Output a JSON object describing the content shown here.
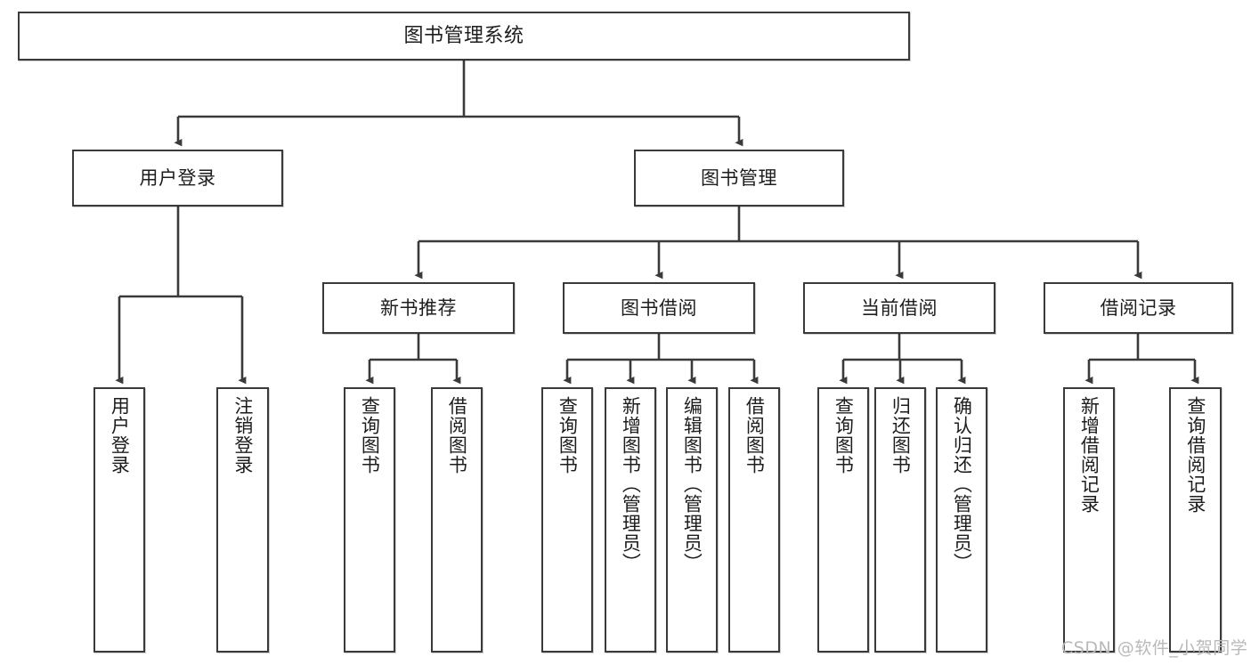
{
  "diagram": {
    "title": "图书管理系统",
    "type": "functional-structure-tree",
    "watermark": "CSDN @软件_小贺同学",
    "root": {
      "id": "root",
      "label": "图书管理系统"
    },
    "level2": [
      {
        "id": "user-login",
        "label": "用户登录"
      },
      {
        "id": "book-manage",
        "label": "图书管理"
      }
    ],
    "level3": [
      {
        "id": "new-book-rec",
        "label": "新书推荐"
      },
      {
        "id": "book-borrow",
        "label": "图书借阅"
      },
      {
        "id": "current-borrow",
        "label": "当前借阅"
      },
      {
        "id": "borrow-record",
        "label": "借阅记录"
      }
    ],
    "leaves": {
      "user_login": [
        {
          "id": "leaf-user-login",
          "label": "用户登录"
        },
        {
          "id": "leaf-logout",
          "label": "注销登录"
        }
      ],
      "new_book_rec": [
        {
          "id": "leaf-query-book-1",
          "label": "查询图书"
        },
        {
          "id": "leaf-borrow-book-1",
          "label": "借阅图书"
        }
      ],
      "book_borrow": [
        {
          "id": "leaf-query-book-2",
          "label": "查询图书"
        },
        {
          "id": "leaf-add-book",
          "label": "新增图书（管理员）"
        },
        {
          "id": "leaf-edit-book",
          "label": "编辑图书（管理员）"
        },
        {
          "id": "leaf-borrow-book-2",
          "label": "借阅图书"
        }
      ],
      "current_borrow": [
        {
          "id": "leaf-query-book-3",
          "label": "查询图书"
        },
        {
          "id": "leaf-return-book",
          "label": "归还图书"
        },
        {
          "id": "leaf-confirm-return",
          "label": "确认归还（管理员）"
        }
      ],
      "borrow_record": [
        {
          "id": "leaf-add-record",
          "label": "新增借阅记录"
        },
        {
          "id": "leaf-query-record",
          "label": "查询借阅记录"
        }
      ]
    },
    "colors": {
      "stroke": "#3a3a3a",
      "fill": "#ffffff",
      "text": "#1d1d1d",
      "watermark": "#b9b9b9"
    }
  }
}
